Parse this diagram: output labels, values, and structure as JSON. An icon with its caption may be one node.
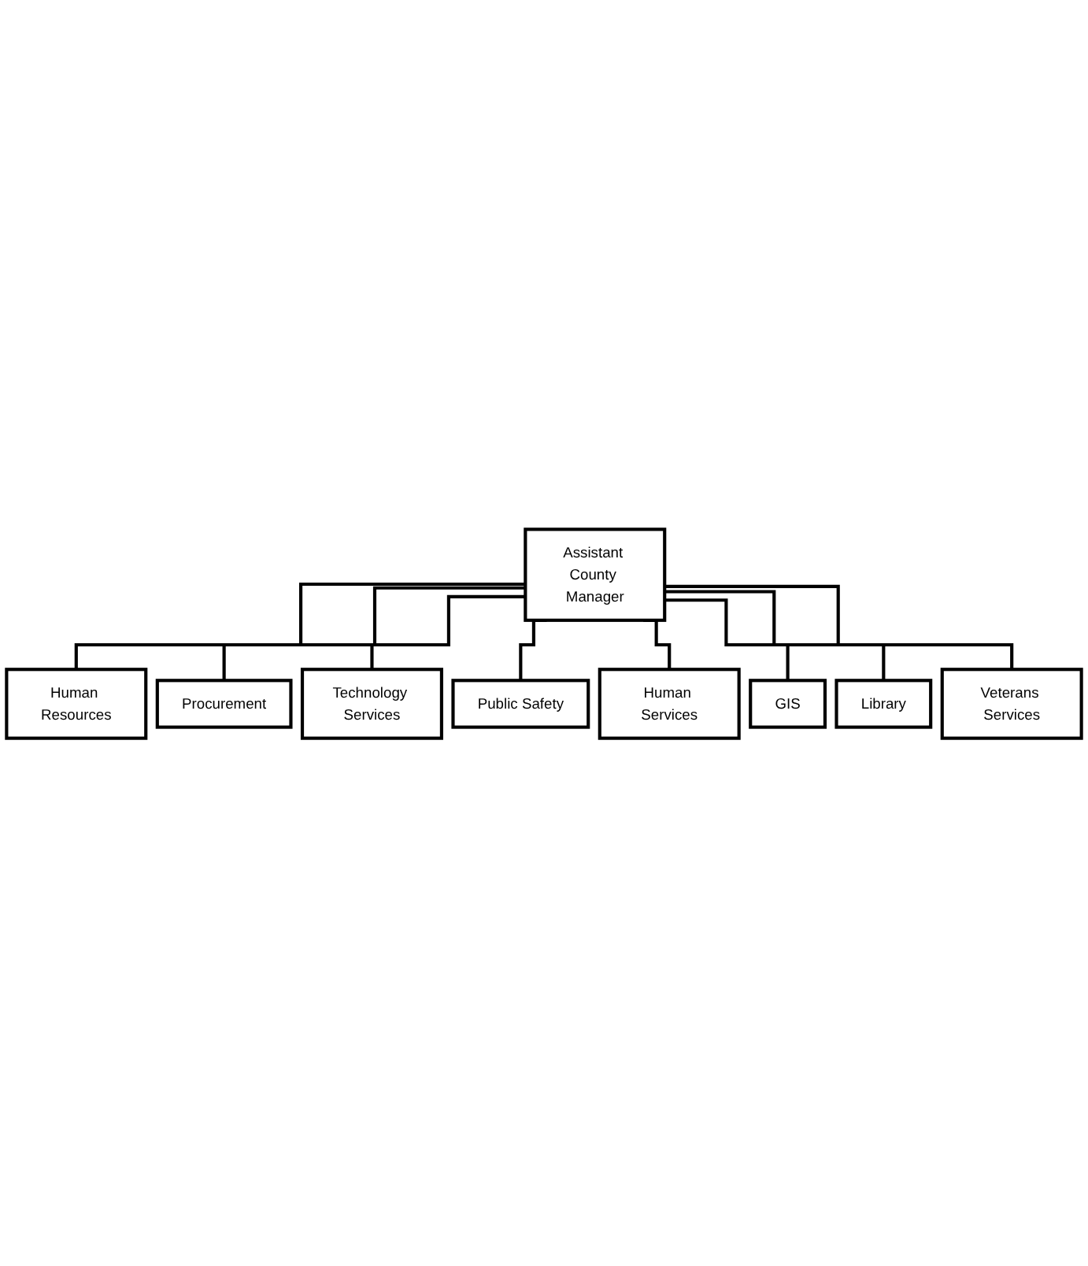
{
  "diagram": {
    "nodes": [
      {
        "text": [
          "Assistant County Manager"
        ]
      },
      {
        "text": [
          "Human Resources"
        ]
      },
      {
        "text": [
          "Procurement"
        ]
      },
      {
        "text": [
          "Technology Services"
        ]
      },
      {
        "text": [
          "Public Safety"
        ]
      },
      {
        "text": [
          "Human Services"
        ]
      },
      {
        "text": [
          "GIS"
        ]
      },
      {
        "text": [
          "Library"
        ]
      },
      {
        "text": [
          "Veterans Services"
        ]
      }
    ],
    "edges": [
      {
        "from": 0,
        "to": 1,
        "arrow": "none"
      },
      {
        "from": 0,
        "to": 2,
        "arrow": "none"
      },
      {
        "from": 0,
        "to": 3,
        "arrow": "none"
      },
      {
        "from": 0,
        "to": 4,
        "arrow": "none"
      },
      {
        "from": 0,
        "to": 5,
        "arrow": "none"
      },
      {
        "from": 0,
        "to": 6,
        "arrow": "none"
      },
      {
        "from": 0,
        "to": 7,
        "arrow": "none"
      },
      {
        "from": 0,
        "to": 8,
        "arrow": "none"
      }
    ]
  }
}
